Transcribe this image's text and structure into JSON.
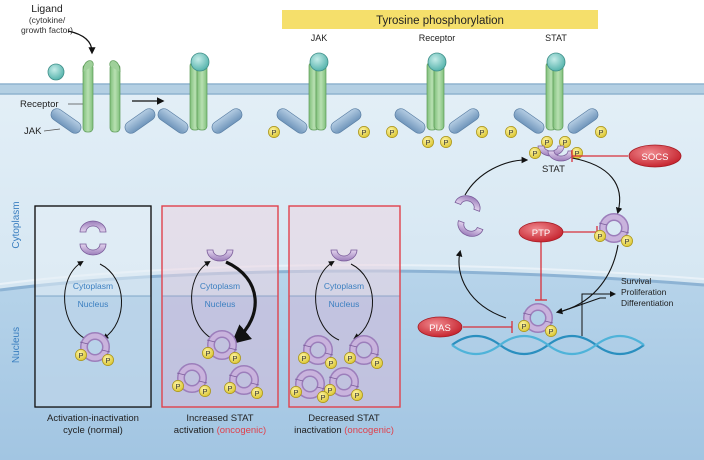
{
  "top": {
    "ligand": {
      "title": "Ligand",
      "sub1": "(cytokine/",
      "sub2": "growth factor)"
    },
    "banner": "Tyrosine phosphorylation",
    "phospho_labels": [
      "JAK",
      "Receptor",
      "STAT"
    ],
    "receptor_label": "Receptor",
    "jak_label": "JAK"
  },
  "side": {
    "cytoplasm": "Cytoplasm",
    "nucleus": "Nucleus"
  },
  "panels": [
    {
      "inner_top": "Cytoplasm",
      "inner_bottom": "Nucleus",
      "caption1": "Activation-inactivation",
      "caption2": "cycle (normal)",
      "caption_red": ""
    },
    {
      "inner_top": "Cytoplasm",
      "inner_bottom": "Nucleus",
      "caption1": "Increased STAT",
      "caption2": "activation ",
      "caption_red": "(oncogenic)"
    },
    {
      "inner_top": "Cytoplasm",
      "inner_bottom": "Nucleus",
      "caption1": "Decreased STAT",
      "caption2": "inactivation ",
      "caption_red": "(oncogenic)"
    }
  ],
  "cycle": {
    "stat_label": "STAT",
    "socs": "SOCS",
    "ptp": "PTP",
    "pias": "PIAS",
    "outcomes": [
      "Survival",
      "Proliferation",
      "Differentiation"
    ]
  },
  "p_label": "P",
  "colors": {
    "cytoplasm": "#d5e7f2",
    "nucleus": "#aecde6",
    "receptor": "#9fd09a",
    "jak": "#8fb1cf",
    "ligand": "#7ec9c3",
    "stat": "#c0a8d4",
    "phospho": "#f0de4a",
    "inhibitor": "#d8303a",
    "banner": "#f5df6b",
    "panel_red": "#e0414c",
    "label_blue": "#3b7fc0"
  }
}
